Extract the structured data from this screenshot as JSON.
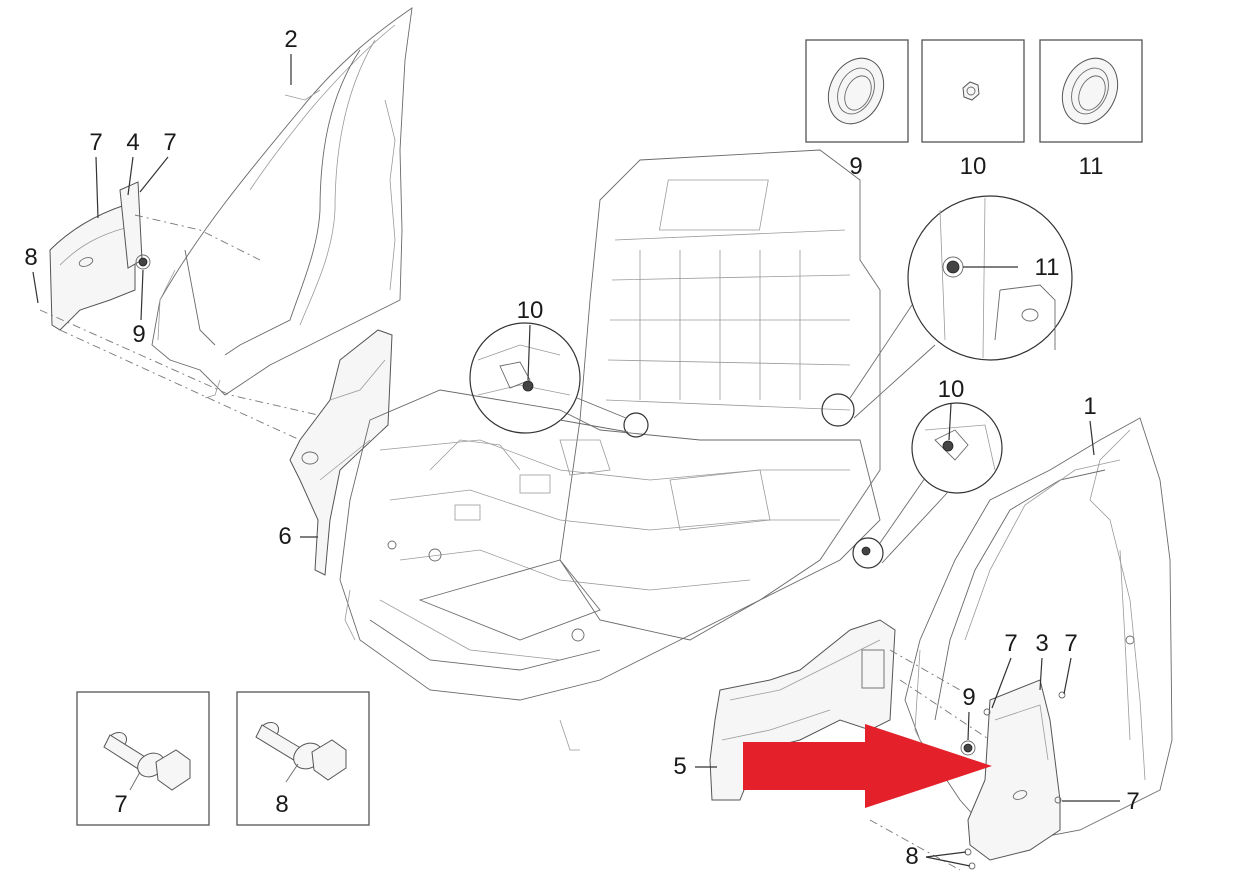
{
  "callouts": {
    "c1": "1",
    "c2": "2",
    "c3": "3",
    "c4": "4",
    "c5": "5",
    "c6": "6",
    "c7_left_a": "7",
    "c7_left_b": "7",
    "c7_right_a": "7",
    "c7_right_b": "7",
    "c7_right_c": "7",
    "c8_left": "8",
    "c8_right": "8",
    "c9_left": "9",
    "c9_right": "9",
    "c10_floor": "10",
    "c10_right": "10",
    "c11_detail": "11"
  },
  "inset_boxes": {
    "box9": "9",
    "box10": "10",
    "box11": "11",
    "box7": "7",
    "box8": "8"
  },
  "colors": {
    "arrow": "#e4202a",
    "line": "#333333",
    "outline": "#6a6a6a"
  },
  "icons": {
    "pointer": "red-arrow-icon"
  }
}
